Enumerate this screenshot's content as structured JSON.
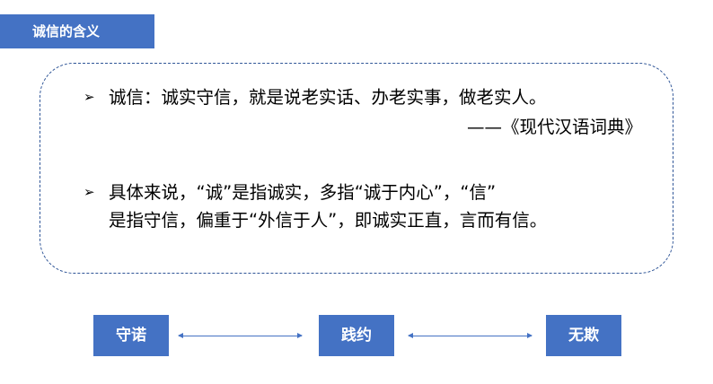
{
  "header": {
    "title": "诚信的含义"
  },
  "definition": {
    "bullet_icon": "arrow-right",
    "text": "诚信：诚实守信，就是说老实话、办老实事，做老实人。",
    "source": "——《现代汉语词典》"
  },
  "explanation": {
    "bullet_icon": "arrow-right",
    "line1": "具体来说，“诚”是指诚实，多指“诚于内心”，“信”",
    "line2": "是指守信，偏重于“外信于人”，即诚实正直，言而有信。"
  },
  "concepts": {
    "items": [
      {
        "label": "守诺"
      },
      {
        "label": "践约"
      },
      {
        "label": "无欺"
      }
    ]
  },
  "colors": {
    "accent": "#4472c4",
    "border": "#2f5597"
  }
}
